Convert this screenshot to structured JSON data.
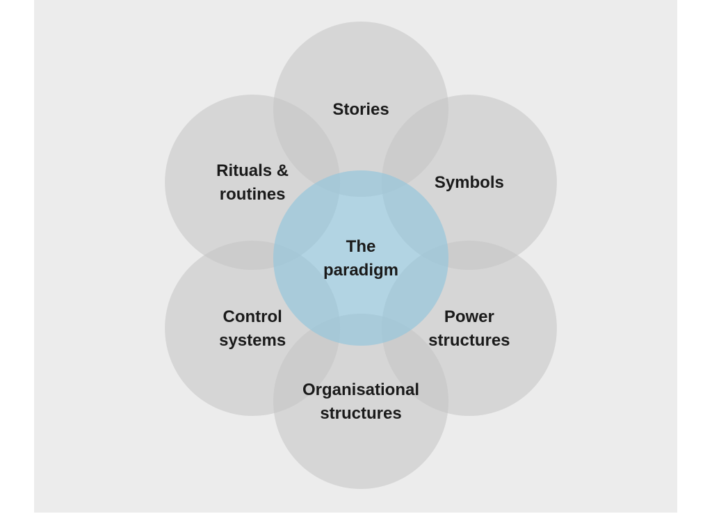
{
  "diagram": {
    "title": "Cultural web",
    "colors": {
      "background": "#ececec",
      "outer_circle": "#c4c4c4",
      "center_circle": "#8ec5dd",
      "text": "#1a1a1a"
    },
    "center": {
      "id": "paradigm",
      "lines": [
        "The",
        "paradigm"
      ]
    },
    "elements": [
      {
        "id": "stories",
        "lines": [
          "Stories"
        ]
      },
      {
        "id": "symbols",
        "lines": [
          "Symbols"
        ]
      },
      {
        "id": "power-structures",
        "lines": [
          "Power",
          "structures"
        ]
      },
      {
        "id": "organisational-structures",
        "lines": [
          "Organisational",
          "structures"
        ]
      },
      {
        "id": "control-systems",
        "lines": [
          "Control",
          "systems"
        ]
      },
      {
        "id": "rituals-routines",
        "lines": [
          "Rituals &",
          "routines"
        ]
      }
    ]
  }
}
